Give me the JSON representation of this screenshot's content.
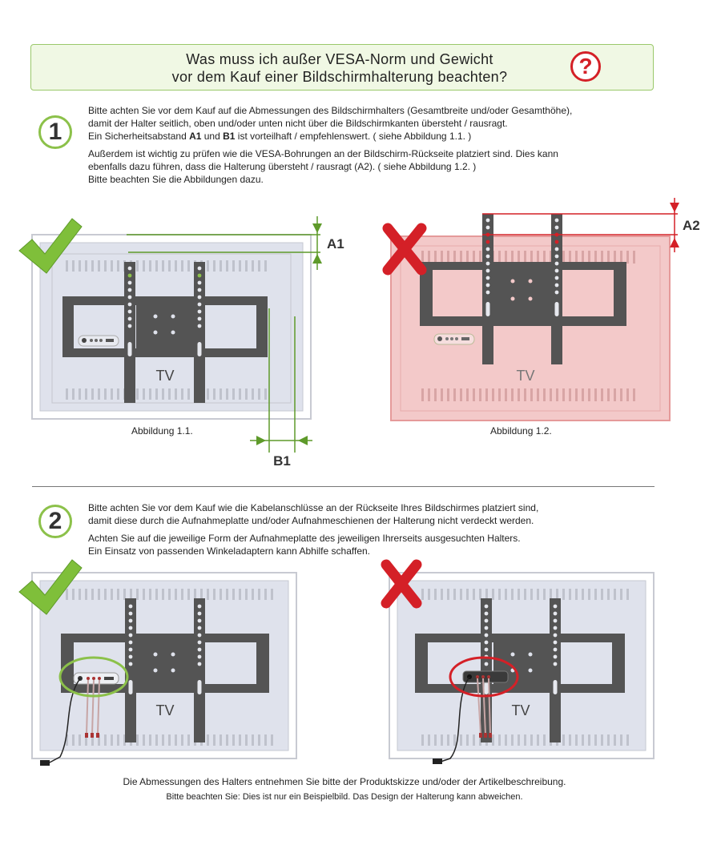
{
  "header": {
    "title_line1": "Was muss ich außer VESA-Norm und Gewicht",
    "title_line2": "vor dem Kauf einer Bildschirmhalterung beachten?",
    "question_mark": "?"
  },
  "section1": {
    "number": "1",
    "lines": [
      "Bitte achten Sie vor dem Kauf auf die Abmessungen des Bildschirmhalters (Gesamtbreite und/oder Gesamthöhe),",
      "damit der Halter seitlich, oben und/oder unten nicht über die Bildschirmkanten übersteht / rausragt."
    ],
    "safety_pre": "Ein Sicherheitsabstand ",
    "safety_a1": "A1",
    "safety_mid": " und ",
    "safety_b1": "B1",
    "safety_post": " ist vorteilhaft / empfehlenswert. ( siehe Abbildung 1.1. )",
    "lines2": [
      "Außerdem ist wichtig zu prüfen wie die VESA-Bohrungen an der Bildschirm-Rückseite platziert sind. Dies kann",
      "ebenfalls dazu führen, dass die Halterung übersteht / rausragt (A2). ( siehe Abbildung 1.2. )",
      "Bitte beachten Sie die Abbildungen dazu."
    ],
    "fig_left": {
      "caption": "Abbildung 1.1.",
      "tv_label": "TV",
      "label_a": "A1",
      "label_b": "B1"
    },
    "fig_right": {
      "caption": "Abbildung 1.2.",
      "tv_label": "TV",
      "label_a": "A2"
    }
  },
  "section2": {
    "number": "2",
    "lines": [
      "Bitte achten Sie vor dem Kauf wie die Kabelanschlüsse an der Rückseite Ihres Bildschirmes platziert sind,",
      "damit diese durch die Aufnahmeplatte und/oder Aufnahmeschienen der Halterung nicht verdeckt werden."
    ],
    "lines2": [
      "Achten Sie auf die jeweilige Form der Aufnahmeplatte des jeweiligen Ihrerseits ausgesuchten Halters.",
      "Ein Einsatz von passenden Winkeladaptern kann Abhilfe schaffen."
    ],
    "fig_left": {
      "tv_label": "TV"
    },
    "fig_right": {
      "tv_label": "TV"
    }
  },
  "footer": {
    "line1": "Die Abmessungen des Halters entnehmen Sie bitte der Produktskizze und/oder der Artikelbeschreibung.",
    "line2": "Bitte beachten Sie: Dies ist nur ein Beispielbild. Das Design der Halterung kann abweichen."
  },
  "colors": {
    "green_accent": "#8cc14a",
    "green_dim": "#5e9a2a",
    "red_accent": "#d42027",
    "mount_gray": "#545454",
    "tv_panel": "#dfe2ec",
    "pink_panel": "#f3c9c9"
  },
  "icons": {
    "check": "check-mark-icon",
    "cross": "cross-mark-icon",
    "question": "question-mark-icon"
  }
}
